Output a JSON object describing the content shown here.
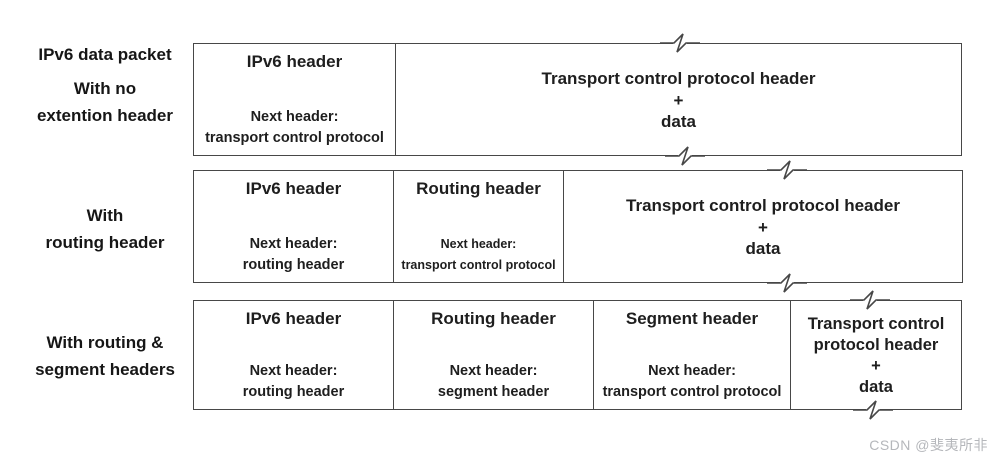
{
  "diagram": {
    "colors": {
      "border": "#474747",
      "text": "#1e1e1e",
      "background": "#ffffff",
      "watermark": "#b5b7bb"
    },
    "icons": {
      "break_mark": "line-break-zigzag"
    },
    "rows": [
      {
        "label_lines": [
          "IPv6 data packet",
          "With no",
          "extention header"
        ],
        "boxes": [
          {
            "title": "IPv6 header",
            "next_label": "Next header:",
            "next_value": "transport control protocol"
          },
          {
            "body_lines": [
              "Transport control protocol header",
              "+",
              "data"
            ]
          }
        ]
      },
      {
        "label_lines": [
          "With",
          "routing header"
        ],
        "boxes": [
          {
            "title": "IPv6 header",
            "next_label": "Next header:",
            "next_value": "routing header"
          },
          {
            "title": "Routing header",
            "next_label": "Next header:",
            "next_value": "transport control protocol"
          },
          {
            "body_lines": [
              "Transport control protocol header",
              "+",
              "data"
            ]
          }
        ]
      },
      {
        "label_lines": [
          "With routing &",
          "segment headers"
        ],
        "boxes": [
          {
            "title": "IPv6 header",
            "next_label": "Next header:",
            "next_value": "routing header"
          },
          {
            "title": "Routing header",
            "next_label": "Next header:",
            "next_value": "segment header"
          },
          {
            "title": "Segment header",
            "next_label": "Next header:",
            "next_value": "transport control protocol"
          },
          {
            "body_lines": [
              "Transport control",
              "protocol header",
              "+",
              "data"
            ]
          }
        ]
      }
    ]
  },
  "watermark": {
    "text": "CSDN @斐夷所非"
  }
}
